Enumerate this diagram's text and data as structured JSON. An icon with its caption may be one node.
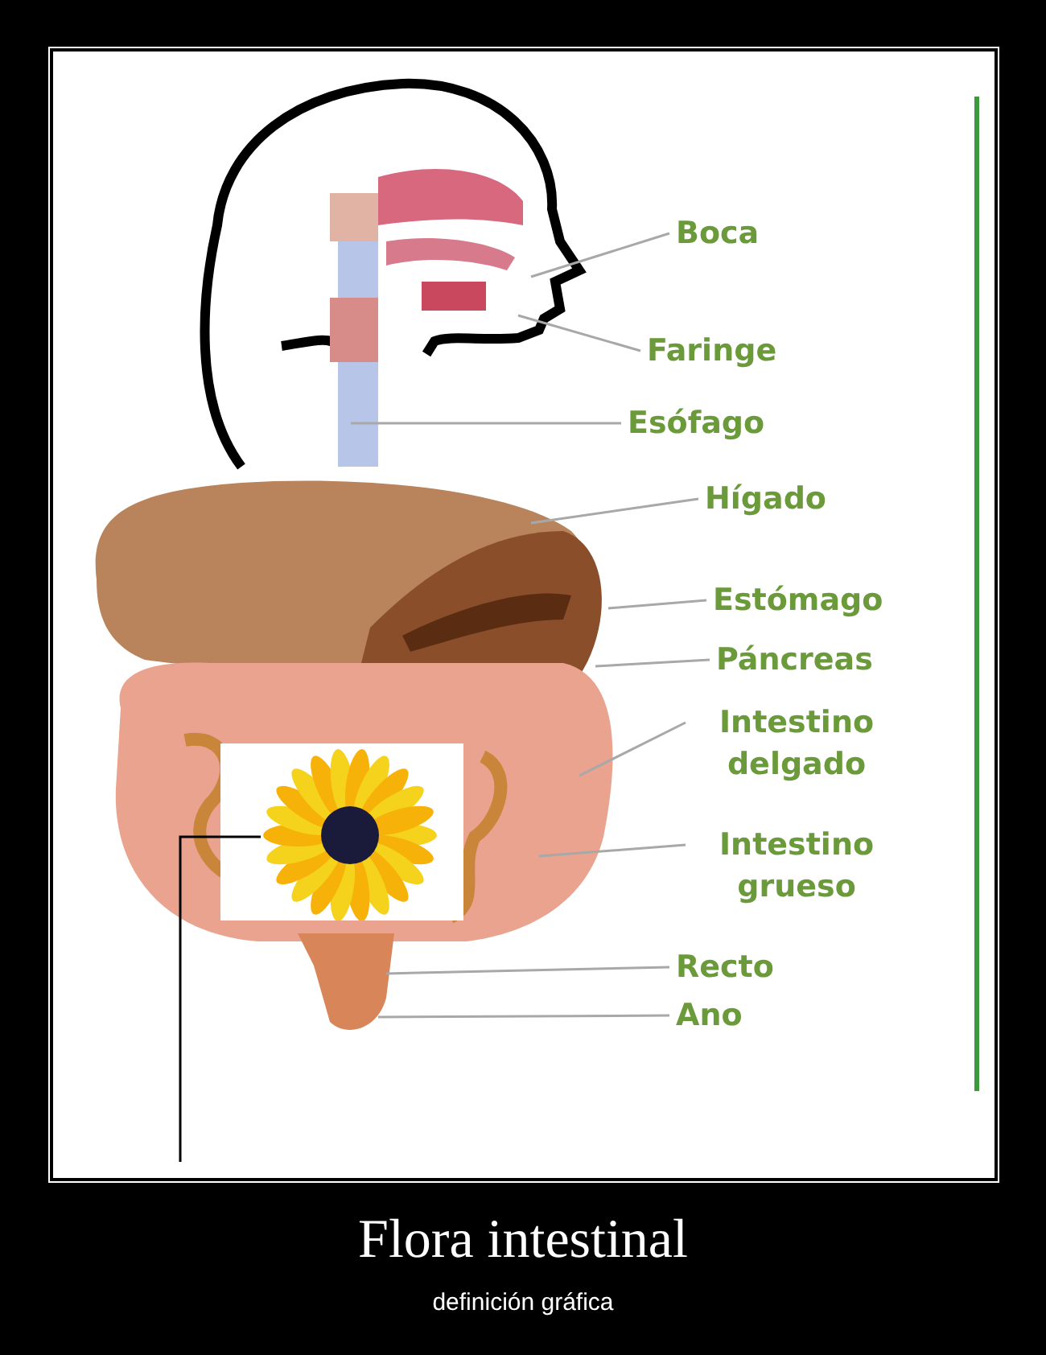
{
  "diagram": {
    "title": "Flora intestinal",
    "caption": "definición gráfica",
    "nodes": [
      {
        "text": [
          "Boca"
        ]
      },
      {
        "text": [
          "Faringe"
        ]
      },
      {
        "text": [
          "Esófago"
        ]
      },
      {
        "text": [
          "Hígado"
        ]
      },
      {
        "text": [
          "Estómago"
        ]
      },
      {
        "text": [
          "Páncreas"
        ]
      },
      {
        "text": [
          "Intestino delgado"
        ]
      },
      {
        "text": [
          "Intestino grueso"
        ]
      },
      {
        "text": [
          "Recto"
        ]
      },
      {
        "text": [
          "Ano"
        ]
      },
      {
        "text": [],
        "shape": "picture"
      }
    ],
    "edges": [
      {
        "from": 0,
        "to": null,
        "arrow": "none"
      },
      {
        "from": 1,
        "to": null,
        "arrow": "none"
      },
      {
        "from": 2,
        "to": null,
        "arrow": "none"
      },
      {
        "from": 3,
        "to": null,
        "arrow": "none"
      },
      {
        "from": 4,
        "to": null,
        "arrow": "none"
      },
      {
        "from": 5,
        "to": null,
        "arrow": "none"
      },
      {
        "from": 6,
        "to": null,
        "arrow": "none"
      },
      {
        "from": 7,
        "to": null,
        "arrow": "none"
      },
      {
        "from": 8,
        "to": null,
        "arrow": "none"
      },
      {
        "from": 9,
        "to": null,
        "arrow": "none"
      },
      {
        "from": 10,
        "to": null,
        "arrow": "none",
        "color": "#000000"
      }
    ]
  }
}
